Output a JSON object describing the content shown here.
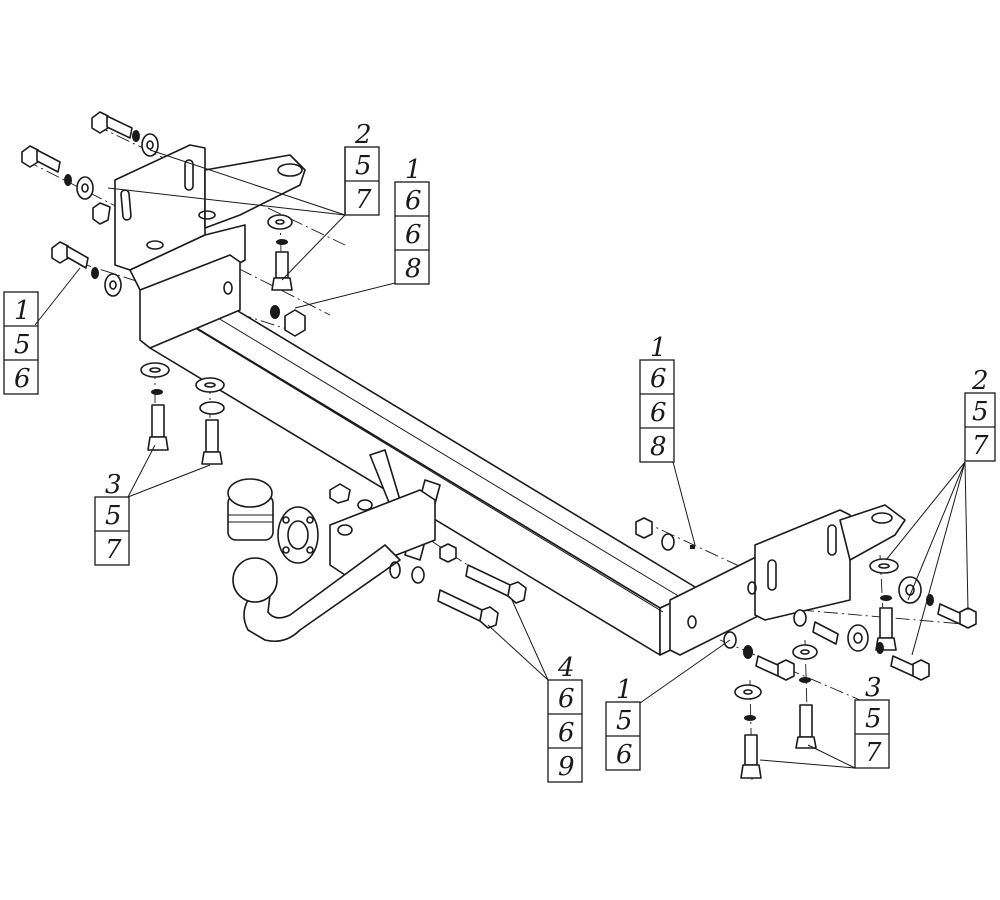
{
  "callouts": [
    {
      "id": "top-left",
      "items": [
        "1",
        "5",
        "6"
      ]
    },
    {
      "id": "top-middle-a",
      "items": [
        "2",
        "5",
        "7"
      ]
    },
    {
      "id": "top-middle-b",
      "items": [
        "1",
        "6",
        "6",
        "8"
      ]
    },
    {
      "id": "center",
      "items": [
        "1",
        "6",
        "6",
        "8"
      ]
    },
    {
      "id": "left-bottom",
      "items": [
        "3",
        "5",
        "7"
      ]
    },
    {
      "id": "right-top",
      "items": [
        "2",
        "5",
        "7"
      ]
    },
    {
      "id": "bottom-center",
      "items": [
        "4",
        "6",
        "6",
        "9"
      ]
    },
    {
      "id": "bottom-right-a",
      "items": [
        "1",
        "5",
        "6"
      ]
    },
    {
      "id": "bottom-right-b",
      "items": [
        "3",
        "5",
        "7"
      ]
    }
  ]
}
